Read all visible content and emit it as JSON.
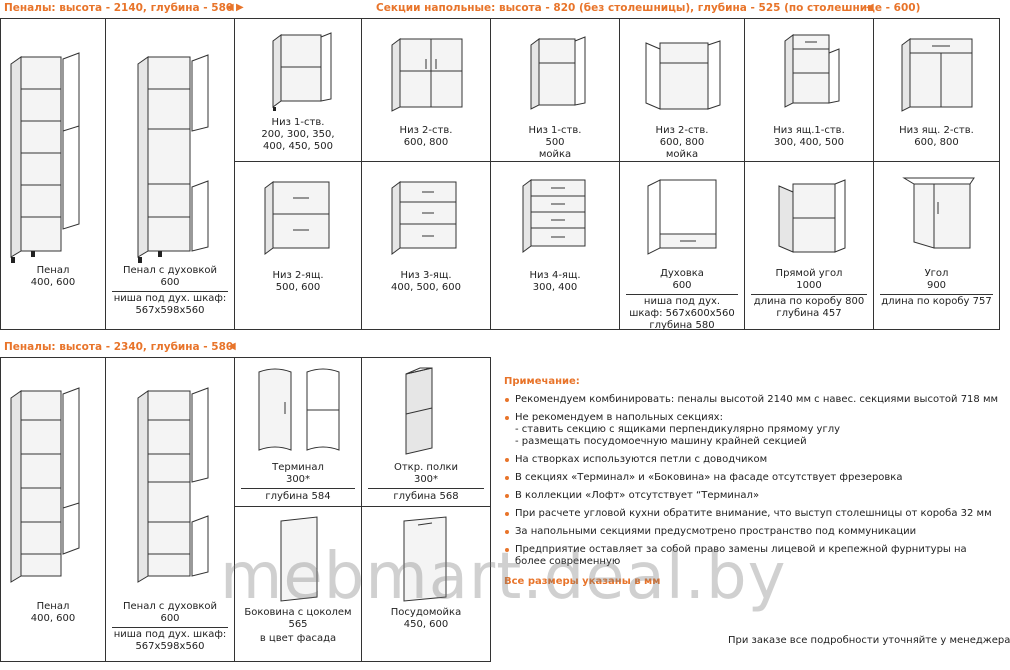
{
  "headers": {
    "tall_2140": "Пеналы: высота - 2140, глубина - 580",
    "base": "Секции напольные: высота - 820 (без столешницы), глубина - 525 (по столешнице - 600)",
    "tall_2340": "Пеналы: высота - 2340, глубина - 580"
  },
  "tall_2140": [
    {
      "name": "Пенал",
      "sizes": "400, 600",
      "note": ""
    },
    {
      "name": "Пенал с духовкой",
      "sizes": "600",
      "note": "ниша под дух. шкаф: 567x598x560"
    }
  ],
  "base_row1": [
    {
      "name": "Низ 1-ств.",
      "sizes": "200, 300, 350, 400, 450, 500",
      "extra": ""
    },
    {
      "name": "Низ 2-ств.",
      "sizes": "600, 800",
      "extra": ""
    },
    {
      "name": "Низ 1-ств.",
      "sizes": "500",
      "extra": "мойка"
    },
    {
      "name": "Низ 2-ств.",
      "sizes": "600, 800",
      "extra": "мойка"
    },
    {
      "name": "Низ ящ.1-ств.",
      "sizes": "300, 400, 500",
      "extra": ""
    },
    {
      "name": "Низ ящ. 2-ств.",
      "sizes": "600, 800",
      "extra": ""
    }
  ],
  "base_row2": [
    {
      "name": "Низ 2-ящ.",
      "sizes": "500, 600",
      "note": ""
    },
    {
      "name": "Низ 3-ящ.",
      "sizes": "400, 500, 600",
      "note": ""
    },
    {
      "name": "Низ 4-ящ.",
      "sizes": "300, 400",
      "note": ""
    },
    {
      "name": "Духовка",
      "sizes": "600",
      "note": "ниша под дух. шкаф: 567x600x560 глубина 580"
    },
    {
      "name": "Прямой угол",
      "sizes": "1000",
      "note": "длина по коробу 800 глубина 457"
    },
    {
      "name": "Угол",
      "sizes": "900",
      "note": "длина по коробу 757"
    }
  ],
  "tall_2340": [
    {
      "name": "Пенал",
      "sizes": "400, 600",
      "note": ""
    },
    {
      "name": "Пенал с духовкой",
      "sizes": "600",
      "note": "ниша под дух. шкаф: 567x598x560"
    }
  ],
  "small": [
    {
      "name": "Терминал",
      "sizes": "300*",
      "note": "глубина 584"
    },
    {
      "name": "Откр. полки",
      "sizes": "300*",
      "note": "глубина 568"
    },
    {
      "name": "Боковина с цоколем",
      "sizes": "565",
      "note": "в цвет фасада"
    },
    {
      "name": "Посудомойка",
      "sizes": "450, 600",
      "note": ""
    }
  ],
  "notes": {
    "title": "Примечание:",
    "items": [
      "Рекомендуем комбинировать: пеналы высотой 2140 мм с навес. секциями высотой 718 мм",
      "Не рекомендуем в напольных секциях:",
      "На створках используются петли с доводчиком",
      "В секциях «Терминал» и «Боковина» на фасаде отсутствует фрезеровка",
      "В коллекции «Лофт» отсутствует “Терминал»",
      "При расчете угловой кухни обратите внимание, что выступ столешницы от короба 32 мм",
      "За напольными секциями предусмотрено пространство под коммуникации",
      "Предприятие оставляет за собой право замены лицевой и крепежной фурнитуры на более современную"
    ],
    "sub_items": [
      "- ставить секцию с ящиками перпендикулярно прямому углу",
      "- размещать посудомоечную машину крайней секцией"
    ],
    "footer": "Все размеры указаны в мм"
  },
  "order_note": "При заказе все подробности уточняйте у менеджера",
  "watermark": "mebmart.deal.by",
  "colors": {
    "accent": "#e8742a",
    "border": "#333333"
  }
}
